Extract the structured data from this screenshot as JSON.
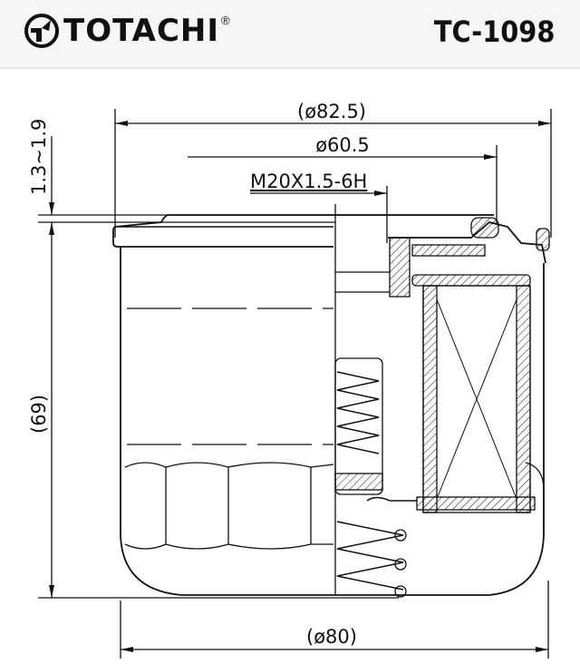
{
  "header": {
    "brand": "TOTACHI",
    "registered_mark": "®",
    "part_number": "TC-1098"
  },
  "drawing": {
    "outer_diameter_top": "(ø82.5)",
    "gasket_diameter": "ø60.5",
    "thread": "M20X1.5-6H",
    "gasket_thickness": "1.3~1.9",
    "height": "(69)",
    "body_diameter": "(ø80)"
  }
}
